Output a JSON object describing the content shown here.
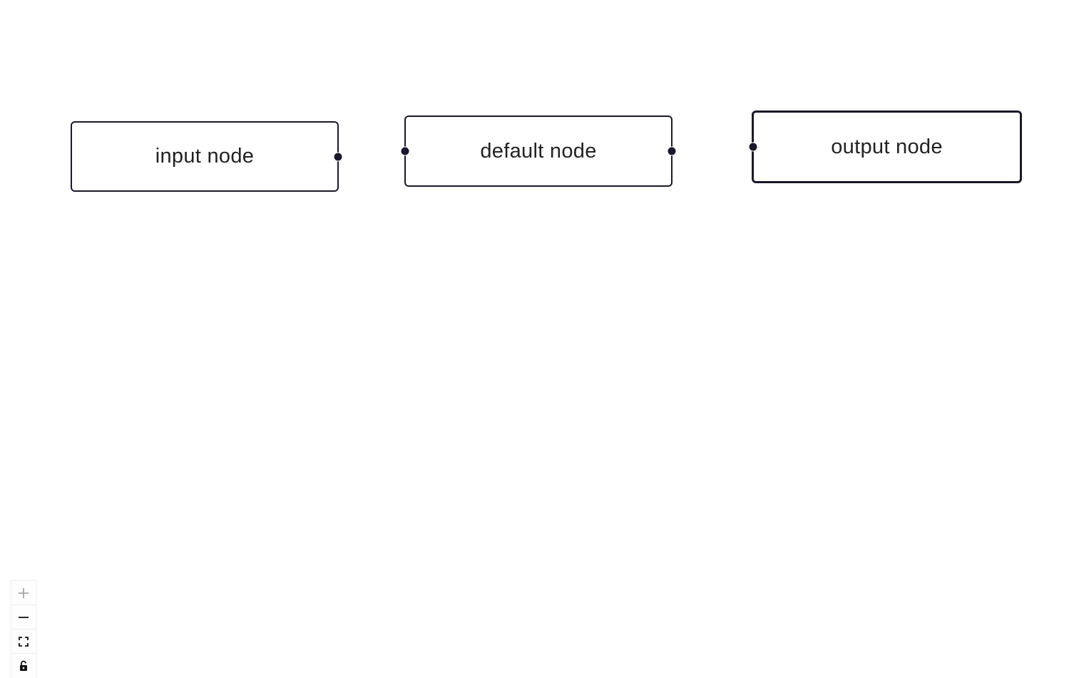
{
  "nodes": [
    {
      "id": "input",
      "label": "input node",
      "handles": [
        "source-right"
      ],
      "selected": false
    },
    {
      "id": "default",
      "label": "default node",
      "handles": [
        "target-left",
        "source-right"
      ],
      "selected": false
    },
    {
      "id": "output",
      "label": "output node",
      "handles": [
        "target-left"
      ],
      "selected": true
    }
  ],
  "controls": [
    {
      "name": "zoom-in",
      "icon": "plus-icon",
      "disabled": true
    },
    {
      "name": "zoom-out",
      "icon": "minus-icon",
      "disabled": false
    },
    {
      "name": "fit-view",
      "icon": "fit-view-icon",
      "disabled": false
    },
    {
      "name": "toggle-interactivity",
      "icon": "unlock-icon",
      "disabled": false
    }
  ],
  "colors": {
    "node_border": "#1a192b",
    "handle": "#1a192b",
    "background": "#ffffff"
  }
}
